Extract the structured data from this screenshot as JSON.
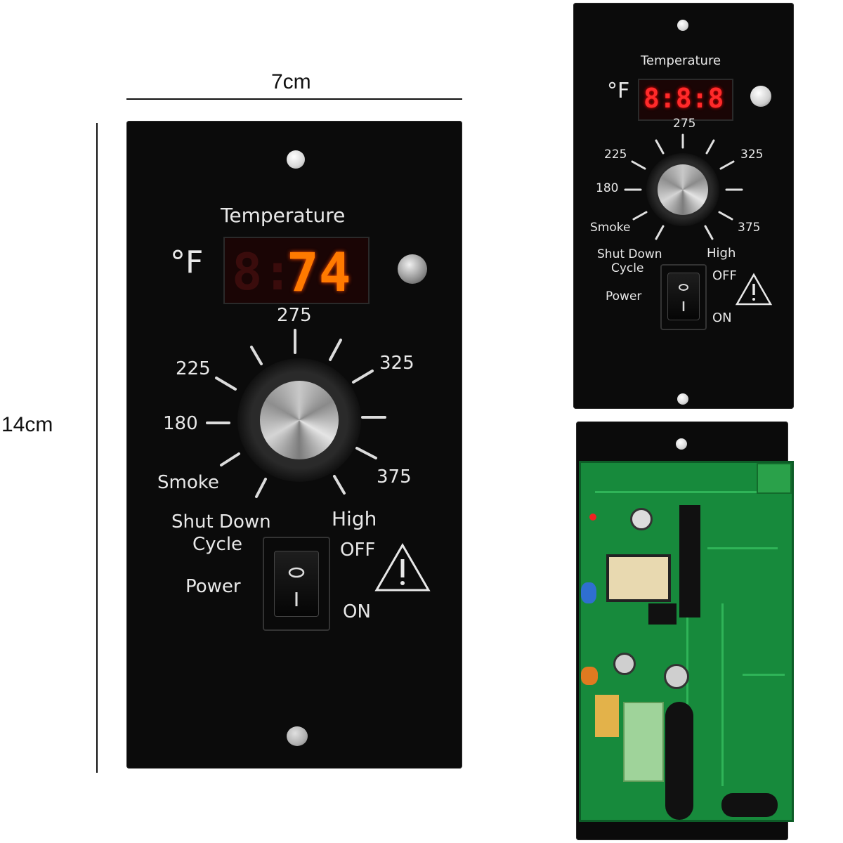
{
  "dimensions": {
    "width_label": "7cm",
    "height_label": "14cm"
  },
  "panel": {
    "title": "Temperature",
    "unit": "°F",
    "display_value": "74",
    "display_ghost": "8:",
    "dial_labels": [
      "275",
      "225",
      "325",
      "180",
      "Smoke",
      "375",
      "High"
    ],
    "cycle_label_line1": "Shut Down",
    "cycle_label_line2": "Cycle",
    "power_label": "Power",
    "off_label": "OFF",
    "on_label": "ON",
    "warning_icon": "warning-triangle-icon"
  },
  "thumb_panel": {
    "title": "Temperature",
    "unit": "°F",
    "display_value": "8:8:8",
    "dial_labels": [
      "275",
      "225",
      "325",
      "180",
      "375",
      "Smoke"
    ],
    "cycle_label_line1": "Shut Down",
    "cycle_label_line2": "Cycle",
    "high_label": "High",
    "power_label": "Power",
    "off_label": "OFF",
    "on_label": "ON"
  },
  "colors": {
    "panel": "#0b0b0b",
    "display_digit": "#ff7a00",
    "pcb": "#178a3c"
  }
}
